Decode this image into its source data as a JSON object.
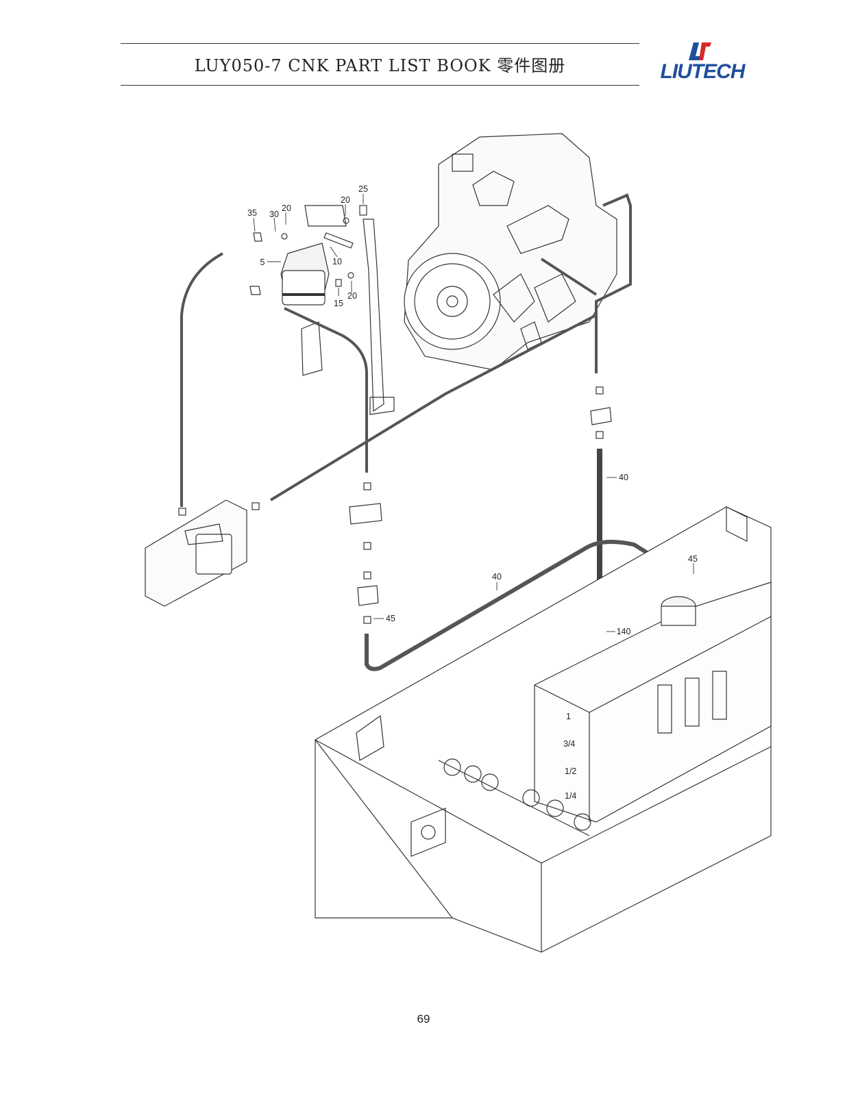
{
  "header": {
    "title": "LUY050-7 CNK PART LIST BOOK 零件图册",
    "logo_text": "LIUTECH",
    "logo_color": "#1f4e9c"
  },
  "callouts": {
    "c25": "25",
    "c20a": "20",
    "c35": "35",
    "c30": "30",
    "c20b": "20",
    "c5": "5",
    "c10": "10",
    "c15": "15",
    "c20c": "20",
    "c40a": "40",
    "c40b": "40",
    "c45a": "45",
    "c45b": "45",
    "c140": "140"
  },
  "tank_gauge": [
    "1",
    "3/4",
    "1/2",
    "1/4"
  ],
  "footer": {
    "page_number": "69"
  }
}
